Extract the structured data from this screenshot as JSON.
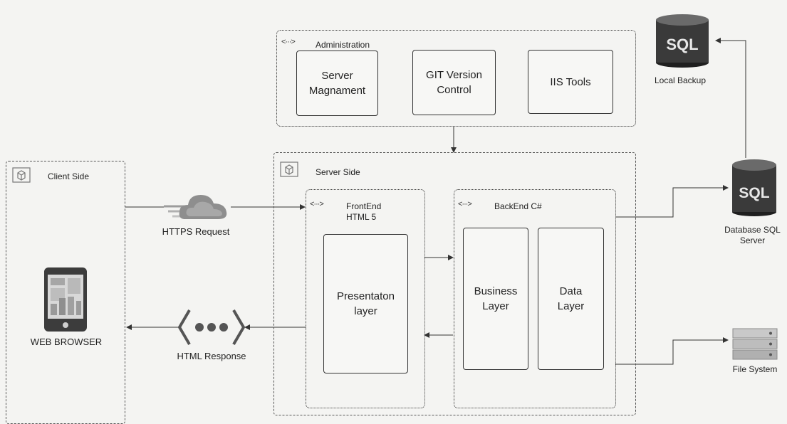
{
  "administration": {
    "title": "Administration",
    "boxes": [
      "Server\nMagnament",
      "GIT Version\nControl",
      "IIS Tools"
    ]
  },
  "client": {
    "title": "Client Side",
    "browser_label": "WEB BROWSER"
  },
  "server": {
    "title": "Server Side",
    "frontend": {
      "title": "FrontEnd\nHTML 5",
      "presentation": "Presentaton\nlayer"
    },
    "backend": {
      "title": "BackEnd C#",
      "business": "Business\nLayer",
      "data": "Data\nLayer"
    }
  },
  "connections": {
    "request_label": "HTTPS Request",
    "response_label": "HTML Response"
  },
  "resources": {
    "local_backup": {
      "icon_text": "SQL",
      "label": "Local Backup"
    },
    "database": {
      "icon_text": "SQL",
      "label": "Database SQL\nServer"
    },
    "file_system": {
      "label": "File System"
    }
  },
  "colors": {
    "db_dark": "#2a2a2a",
    "db_mid": "#555555",
    "line": "#333333"
  }
}
